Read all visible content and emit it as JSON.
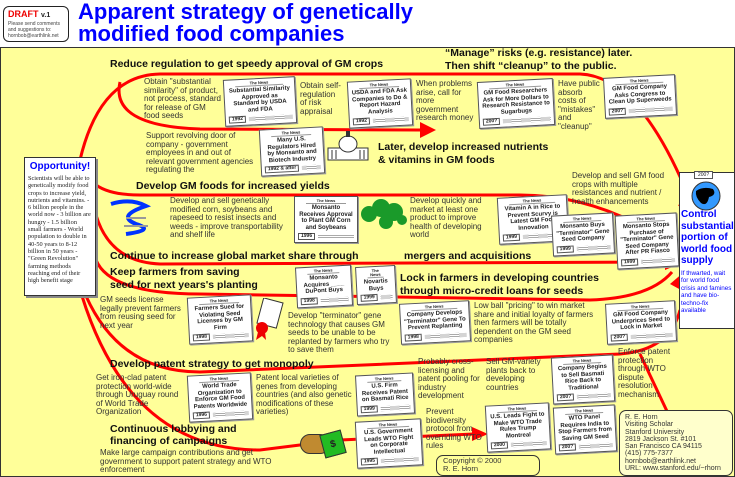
{
  "draft": {
    "label": "DRAFT",
    "version": "v.1",
    "note": "Please send comments and suggestions to: hornbob@earthlink.net"
  },
  "title": {
    "line1": "Apparent strategy of genetically",
    "line2": "modified food companies"
  },
  "headings": {
    "reduce": "Reduce regulation to get speedy approval of GM crops",
    "manage1": "“Manage” risks (e.g. resistance) later.",
    "manage2": "Then shift “cleanup” to the public.",
    "yields": "Develop GM foods for increased yields",
    "nutrients1": "Later, develop increased nutrients",
    "nutrients2": "& vitamins in GM foods",
    "market": "Continue to increase global market share through",
    "mergers": "mergers and acquisitions",
    "keep1": "Keep farmers from saving",
    "keep2": "seed for next years's planting",
    "lock1": "Lock in farmers in developing countries",
    "lock2": "through micro-credit loans for seeds",
    "patent": "Develop patent strategy to get monopoly",
    "lobby1": "Continuous lobbying and",
    "lobby2": "financing of campaigns"
  },
  "texts": {
    "similarity": "Obtain \"substantial similarity\" of product, not process, standard for release of GM food seeds",
    "selfreg": "Obtain self-regulation of risk appraisal",
    "problems": "When problems arise, call for more government research money",
    "absorb": "Have public absorb costs of \"mistakes\" and \"cleanup\"",
    "revolving": "Support revolving door of company - government employees in and out of relevant government agencies regulating the",
    "corn": "Develop and sell genetically modified corn, soybeans and rapeseed to resist insects and weeds - improve transportability and shelf life",
    "quickly": "Develop quickly and market at least one product to improve health of developing world",
    "multiple": "Develop and sell GM food crops with multiple resistances and nutrient / health enhancements",
    "license": "GM seeds license legally prevent farmers from reusing seed for next year",
    "terminator": "Develop \"terminator\" gene technology that causes GM seeds to be unable to be replanted by farmers who try to save them",
    "lowball": "Low ball \"pricing\" to win market share and initial loyalty of farmers then farmers will be totally dependent on the GM seed companies",
    "ironclad": "Get iron-clad patent protection world-wide through Uruguay round of World Trade Organization",
    "local": "Patent local varieties of genes from developing countries (and also genetic modifications of these varieties)",
    "cross": "Probably cross-licensing and patent pooling for industry development",
    "sellback": "Sell GM-variety plants back to developing countries",
    "enforce": "Enforce patent protection through WTO dispute resolution mechanism",
    "campaign": "Make large campaign contributions and get government to support patent strategy and WTO enforcement",
    "biodiv": "Prevent biodiversity protocol from overriding WTO rules"
  },
  "newspaper_name": "The News",
  "clippings": [
    {
      "headline": "Substantial Similarity Approved as Standard by USDA and FDA",
      "year": "1992"
    },
    {
      "headline": "USDA and FDA Ask Companies to Do & Report Hazard Analysis",
      "year": "1992"
    },
    {
      "headline": "GM Food Researchers Ask for More Dollars to Research Resistance to Sugarbugs",
      "year": "200?"
    },
    {
      "headline": "GM Food Company Asks Congress to Clean Up Superweeds",
      "year": "200?"
    },
    {
      "headline": "Many U.S. Regulators Hired by Monsanto and Biotech Industry",
      "year": "1992 & after"
    },
    {
      "headline": "Monsanto Receives Approval to Plant GM Corn and Soybeans",
      "year": "1996"
    },
    {
      "headline": "Vitamin A in Rice to Prevent Scurvy is Latest GM Food Innovation",
      "year": "1999"
    },
    {
      "headline": "Monsanto Acquires ____ DuPont Buys",
      "year": "1998"
    },
    {
      "headline": "Novartis Buys",
      "year": "1999"
    },
    {
      "headline": "Monsanto Buys \"Terminator\" Gene Seed Company",
      "year": "1999"
    },
    {
      "headline": "Monsanto Stops Purchase of \"Terminator\" Gene Seed Company After PR Fiasco",
      "year": "1999"
    },
    {
      "headline": "Farmers Sued for Violating Seed Licenses by GM Firm",
      "year": "1998"
    },
    {
      "headline": "Company Develops \"Terminator\" Gene To Prevent Replanting",
      "year": "1998"
    },
    {
      "headline": "GM Food Company Underprices Seed to Lock in Market",
      "year": "200?"
    },
    {
      "headline": "World Trade Organization to Enforce GM Food Patents Worldwide",
      "year": "1996"
    },
    {
      "headline": "U.S. Firm Receives Patent on Basmati Rice",
      "year": "1999"
    },
    {
      "headline": "Company Begins to Sell Basmati Rice Back to Traditional",
      "year": "200?"
    },
    {
      "headline": "WTO Panel Requires India to Stop Farmers from Saving GM Seed",
      "year": "200?"
    },
    {
      "headline": "U.S. Government Leads WTO Fight on Corporate Intellectual",
      "year": "1995"
    },
    {
      "headline": "U.S. Leads Fight to Make WTO Trade Rules Trump Montreal",
      "year": "2000"
    }
  ],
  "opportunity": {
    "heading": "Opportunity!",
    "body": "Scientists will be able to genetically modify food crops to increase yield, nutrients and vitamins. - 6 billion people in the world now - 3 billion are hungry - 1.5 billion small farmers - World population to double in 40-50 years to 8-12 billion in 50 years - \"Green Revolution\" farming methods reaching end of their high benefit stage"
  },
  "goal": {
    "year": "200?",
    "heading": "Control substantial portion of world food supply",
    "sub": "If thwarted, wait for world food crisis and famines and have bio-techno-fix available"
  },
  "money_symbol": "$",
  "copyright": {
    "line1": "Copyright © 2000",
    "line2": "R. E. Horn"
  },
  "author": {
    "lines": [
      "R. E. Horn",
      "Visiting Scholar",
      "Stanford University",
      "2819 Jackson St. #101",
      "San Francisco  CA  94115",
      "(415) 775-7377",
      "hornbob@earthlink.net",
      "URL: www.stanford.edu/~rhorn"
    ]
  },
  "colors": {
    "title": "#0000ff",
    "background": "#ffff99",
    "path": "#ff0000"
  }
}
